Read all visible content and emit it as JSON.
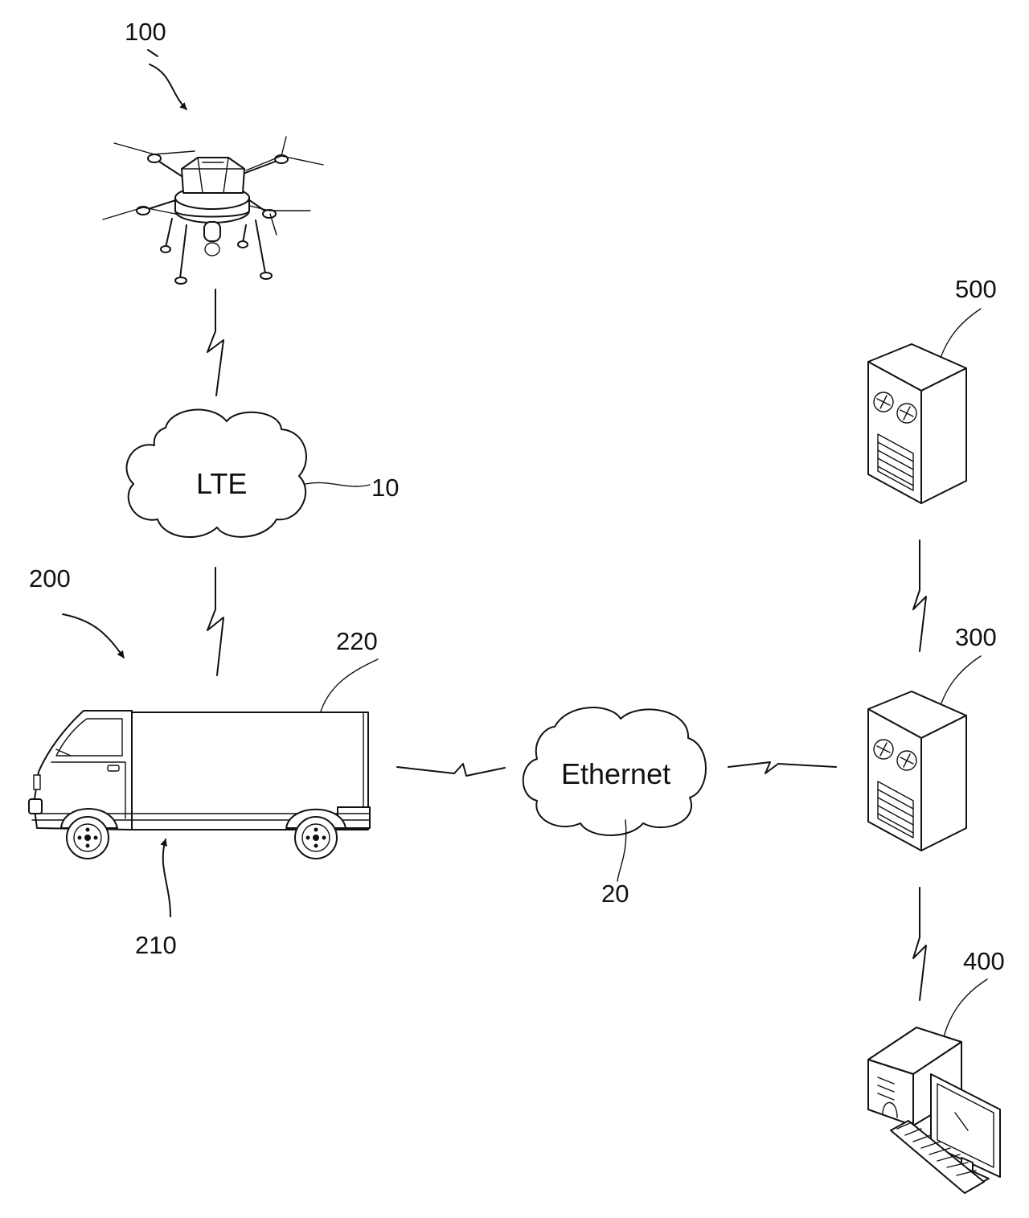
{
  "reference_numerals": {
    "drone": "100",
    "lte": "10",
    "vehicle": "200",
    "vehicle_cabin": "210",
    "vehicle_cargo": "220",
    "ethernet": "20",
    "server_main": "300",
    "computer": "400",
    "server_db": "500"
  },
  "networks": {
    "lte_label": "LTE",
    "ethernet_label": "Ethernet"
  },
  "icons": [
    "drone-icon",
    "truck-icon",
    "server-icon",
    "computer-icon",
    "cloud-icon",
    "wireless-link-icon"
  ],
  "colors": {
    "ink": "#111111",
    "background": "#ffffff"
  }
}
